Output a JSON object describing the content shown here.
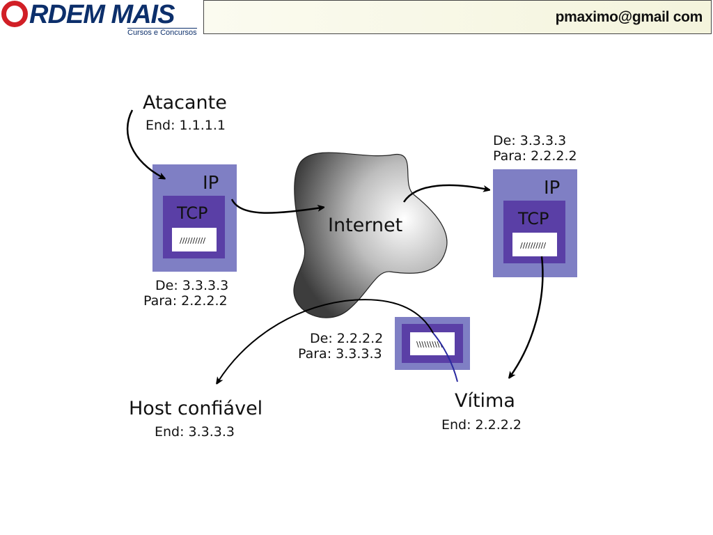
{
  "header": {
    "logo_text": "ORDEM MAIS",
    "logo_subtitle": "Cursos e Concursos",
    "email": "pmaximo@gmail com"
  },
  "diagram": {
    "attacker": {
      "title": "Atacante",
      "address": "End: 1.1.1.1"
    },
    "packet_out": {
      "ip_label": "IP",
      "tcp_label": "TCP",
      "payload": "//////////",
      "from": "De: 3.3.3.3",
      "to": "Para: 2.2.2.2"
    },
    "internet": {
      "label": "Internet"
    },
    "packet_in": {
      "from": "De: 3.3.3.3",
      "to": "Para: 2.2.2.2",
      "ip_label": "IP",
      "tcp_label": "TCP",
      "payload": "//////////"
    },
    "packet_reply": {
      "from": "De: 2.2.2.2",
      "to": "Para: 3.3.3.3",
      "payload": "\\\\\\\\\\\\\\\\\\\\"
    },
    "trusted_host": {
      "title": "Host confiável",
      "address": "End: 3.3.3.3"
    },
    "victim": {
      "title": "Vítima",
      "address": "End: 2.2.2.2"
    },
    "colors": {
      "ip_box": "#7f7fc4",
      "tcp_box": "#5a3fa6",
      "cloud_dark": "#4a4a4a",
      "cloud_light": "#ffffff",
      "reply_line": "#2a2aa0",
      "arrow": "#000000"
    }
  }
}
